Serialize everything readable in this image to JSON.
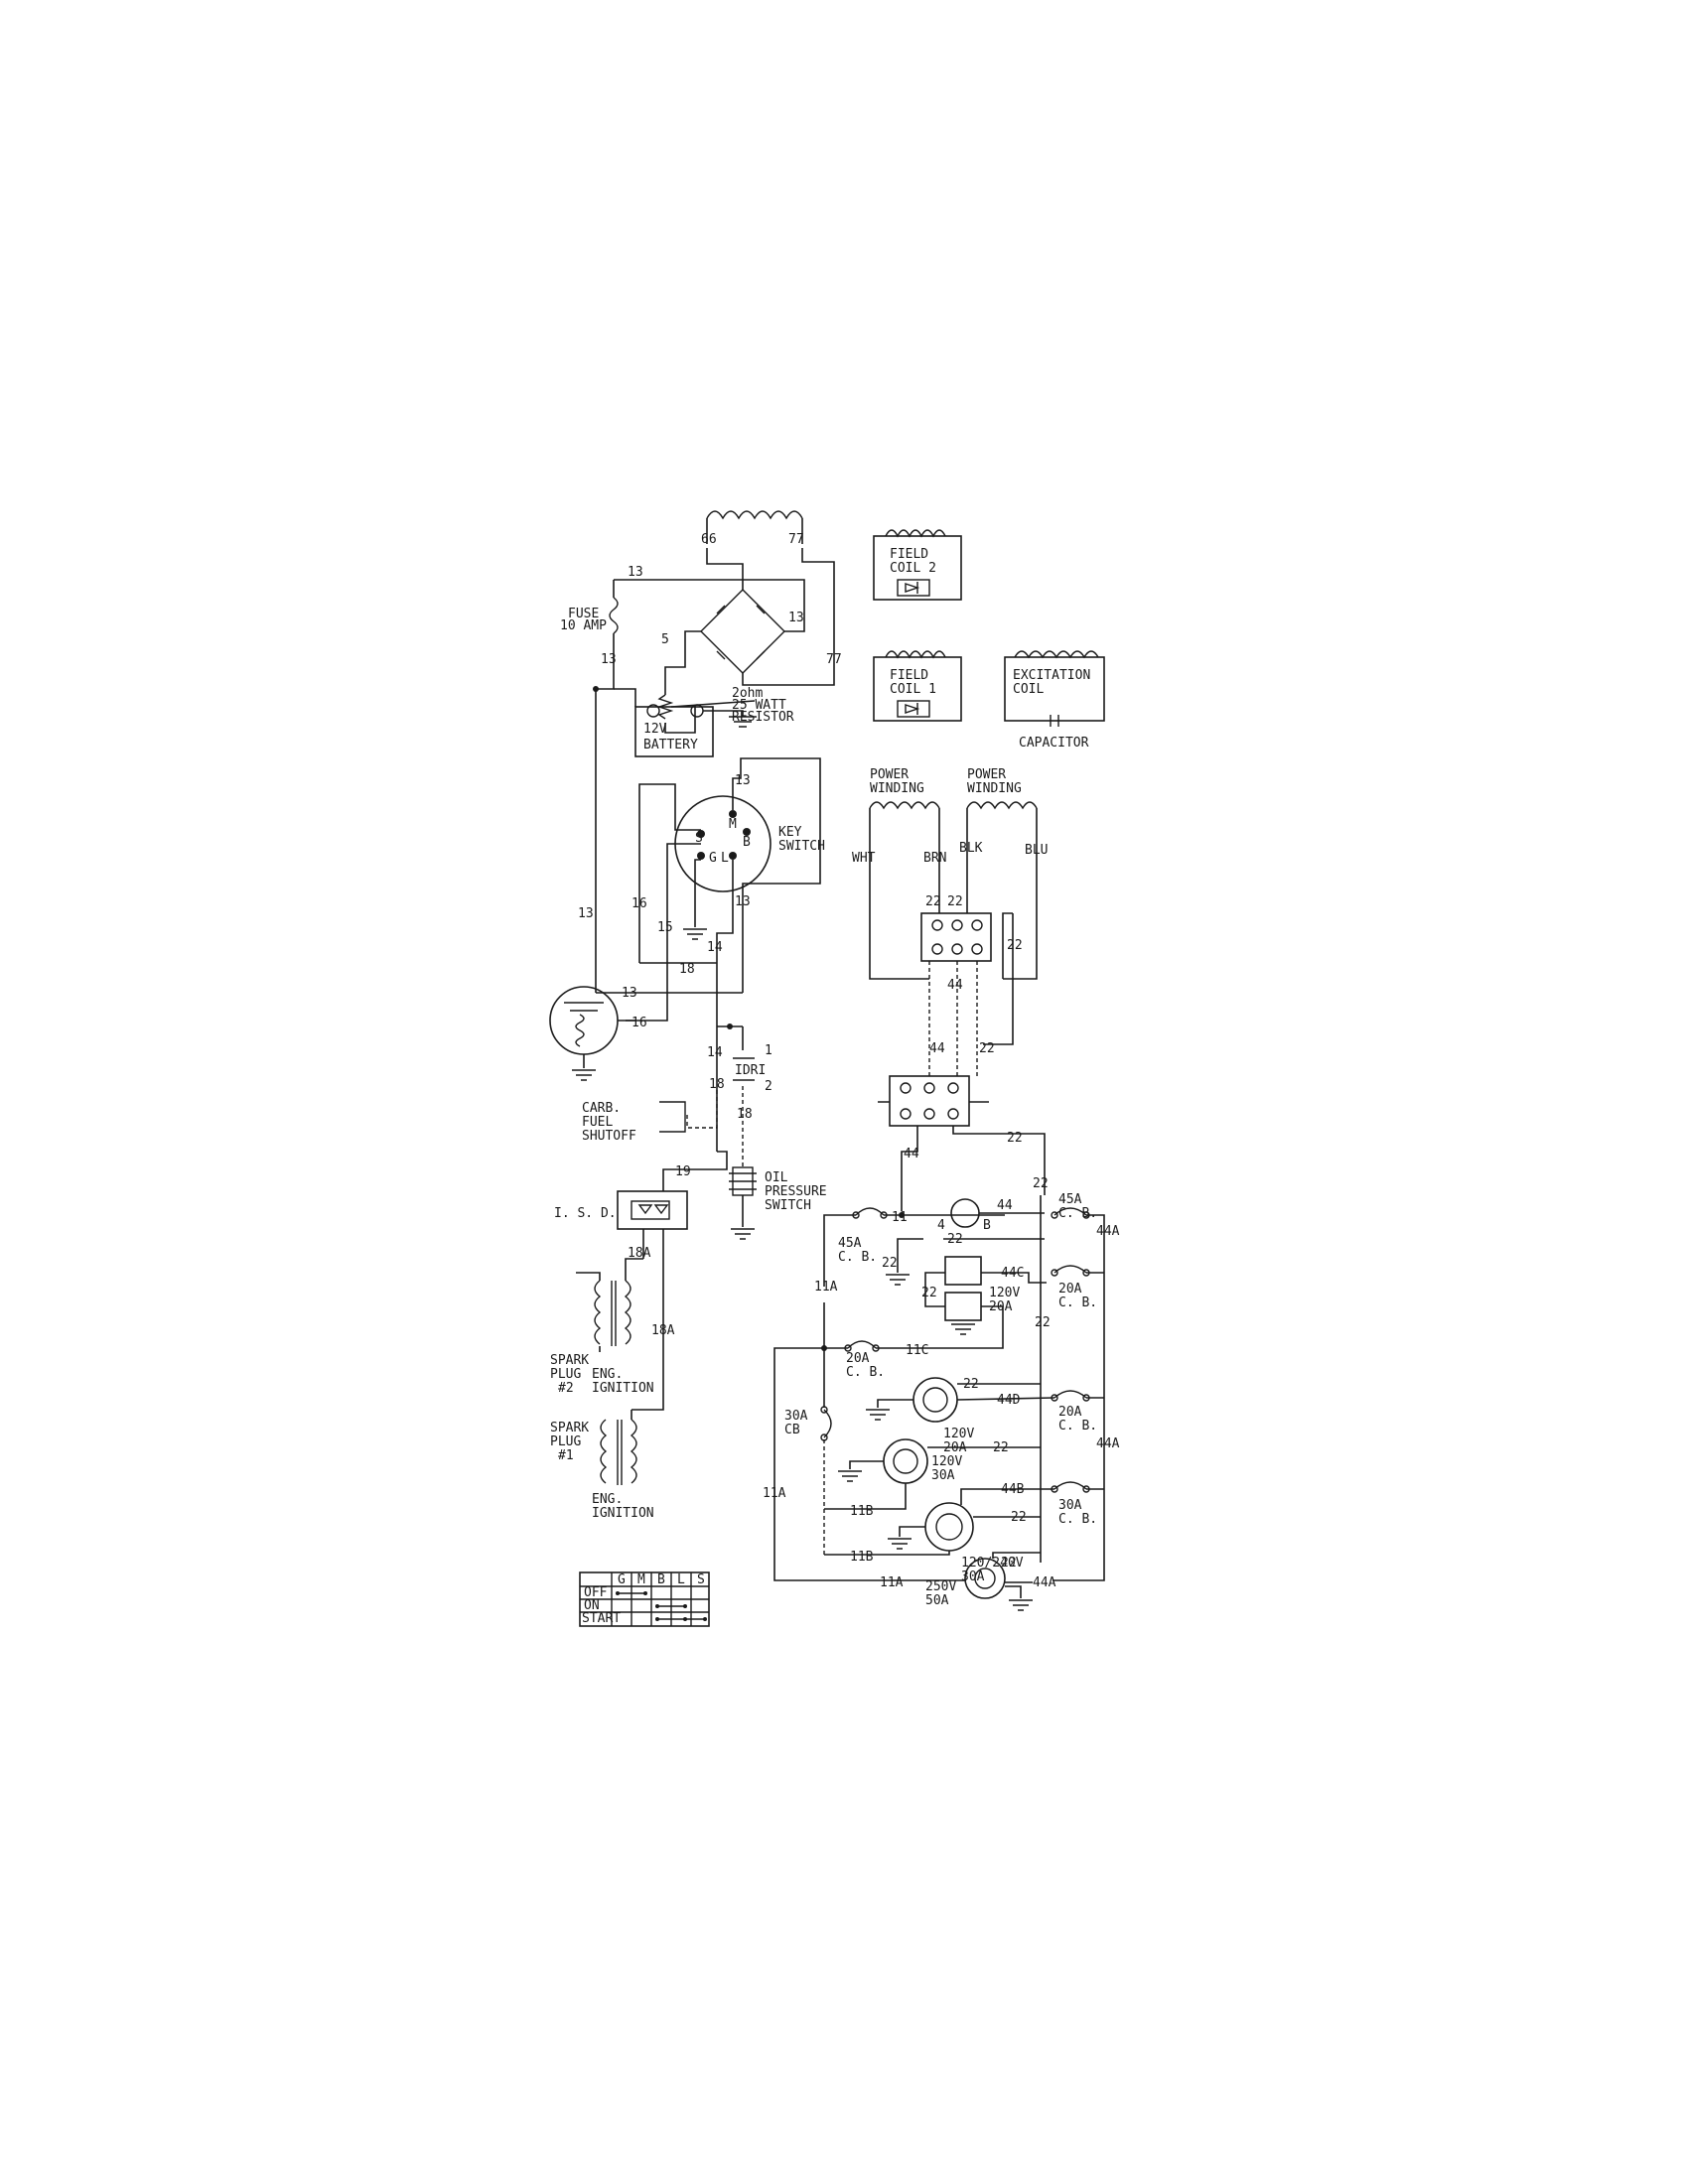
{
  "colors": {
    "ink": "#1a1a1a",
    "paper": "#ffffff"
  },
  "wires": {
    "w13": "13",
    "w66": "66",
    "w77": "77",
    "w5": "5",
    "w14": "14",
    "w15": "15",
    "w16": "16",
    "w18": "18",
    "w19": "19",
    "w18a": "18A",
    "w22": "22",
    "w44": "44",
    "w44a": "44A",
    "w44b": "44B",
    "w44c": "44C",
    "w44d": "44D",
    "w11": "11",
    "w11a": "11A",
    "w11b": "11B",
    "w11c": "11C",
    "w4": "4",
    "w1": "1",
    "w2": "2"
  },
  "components": {
    "fuse": [
      "FUSE",
      "10 AMP"
    ],
    "resistor": [
      "2ohm",
      "25 WATT",
      "RESISTOR"
    ],
    "battery": [
      "12V",
      "BATTERY"
    ],
    "key_switch": [
      "KEY",
      "SWITCH"
    ],
    "key_terminals": {
      "m": "M",
      "s": "S",
      "b": "B",
      "g": "G",
      "l": "L"
    },
    "field_coil_2": [
      "FIELD",
      "COIL 2"
    ],
    "field_coil_1": [
      "FIELD",
      "COIL 1"
    ],
    "excitation_coil": [
      "EXCITATION",
      "COIL"
    ],
    "capacitor": "CAPACITOR",
    "power_winding_1": [
      "POWER",
      "WINDING"
    ],
    "power_winding_2": [
      "POWER",
      "WINDING"
    ],
    "lead_colors": {
      "wht": "WHT",
      "brn": "BRN",
      "blk": "BLK",
      "blu": "BLU"
    },
    "idri": "IDRI",
    "carb": [
      "CARB.",
      "FUEL",
      "SHUTOFF"
    ],
    "oil": [
      "OIL",
      "PRESSURE",
      "SWITCH"
    ],
    "isd": "I. S. D.",
    "spark_plug_2": [
      "SPARK",
      "PLUG",
      "#2"
    ],
    "spark_plug_1": [
      "SPARK",
      "PLUG",
      "#1"
    ],
    "eng_ignition": [
      "ENG.",
      "IGNITION"
    ],
    "cb_45a_left": [
      "45A",
      "C. B."
    ],
    "cb_45a_right": [
      "45A",
      "C. B."
    ],
    "cb_20a_left": [
      "20A",
      "C. B."
    ],
    "cb_30a_left": [
      "30A",
      "CB"
    ],
    "cb_20a_r1": [
      "20A",
      "C. B."
    ],
    "cb_20a_r2": [
      "20A",
      "C. B."
    ],
    "cb_30a_right": [
      "30A",
      "C. B."
    ],
    "gfci_b": "B",
    "outlet_120_20": [
      "120V",
      "20A"
    ],
    "outlet_120_20b": [
      "120V",
      "20A"
    ],
    "outlet_120_30": [
      "120V",
      "30A"
    ],
    "outlet_120_240_30": [
      "120/240V",
      "30A"
    ],
    "outlet_250_50": [
      "250V",
      "50A"
    ]
  },
  "switch_table": {
    "headers": [
      "",
      "G",
      "M",
      "B",
      "L",
      "S"
    ],
    "rows": [
      "OFF",
      "ON",
      "START"
    ]
  }
}
